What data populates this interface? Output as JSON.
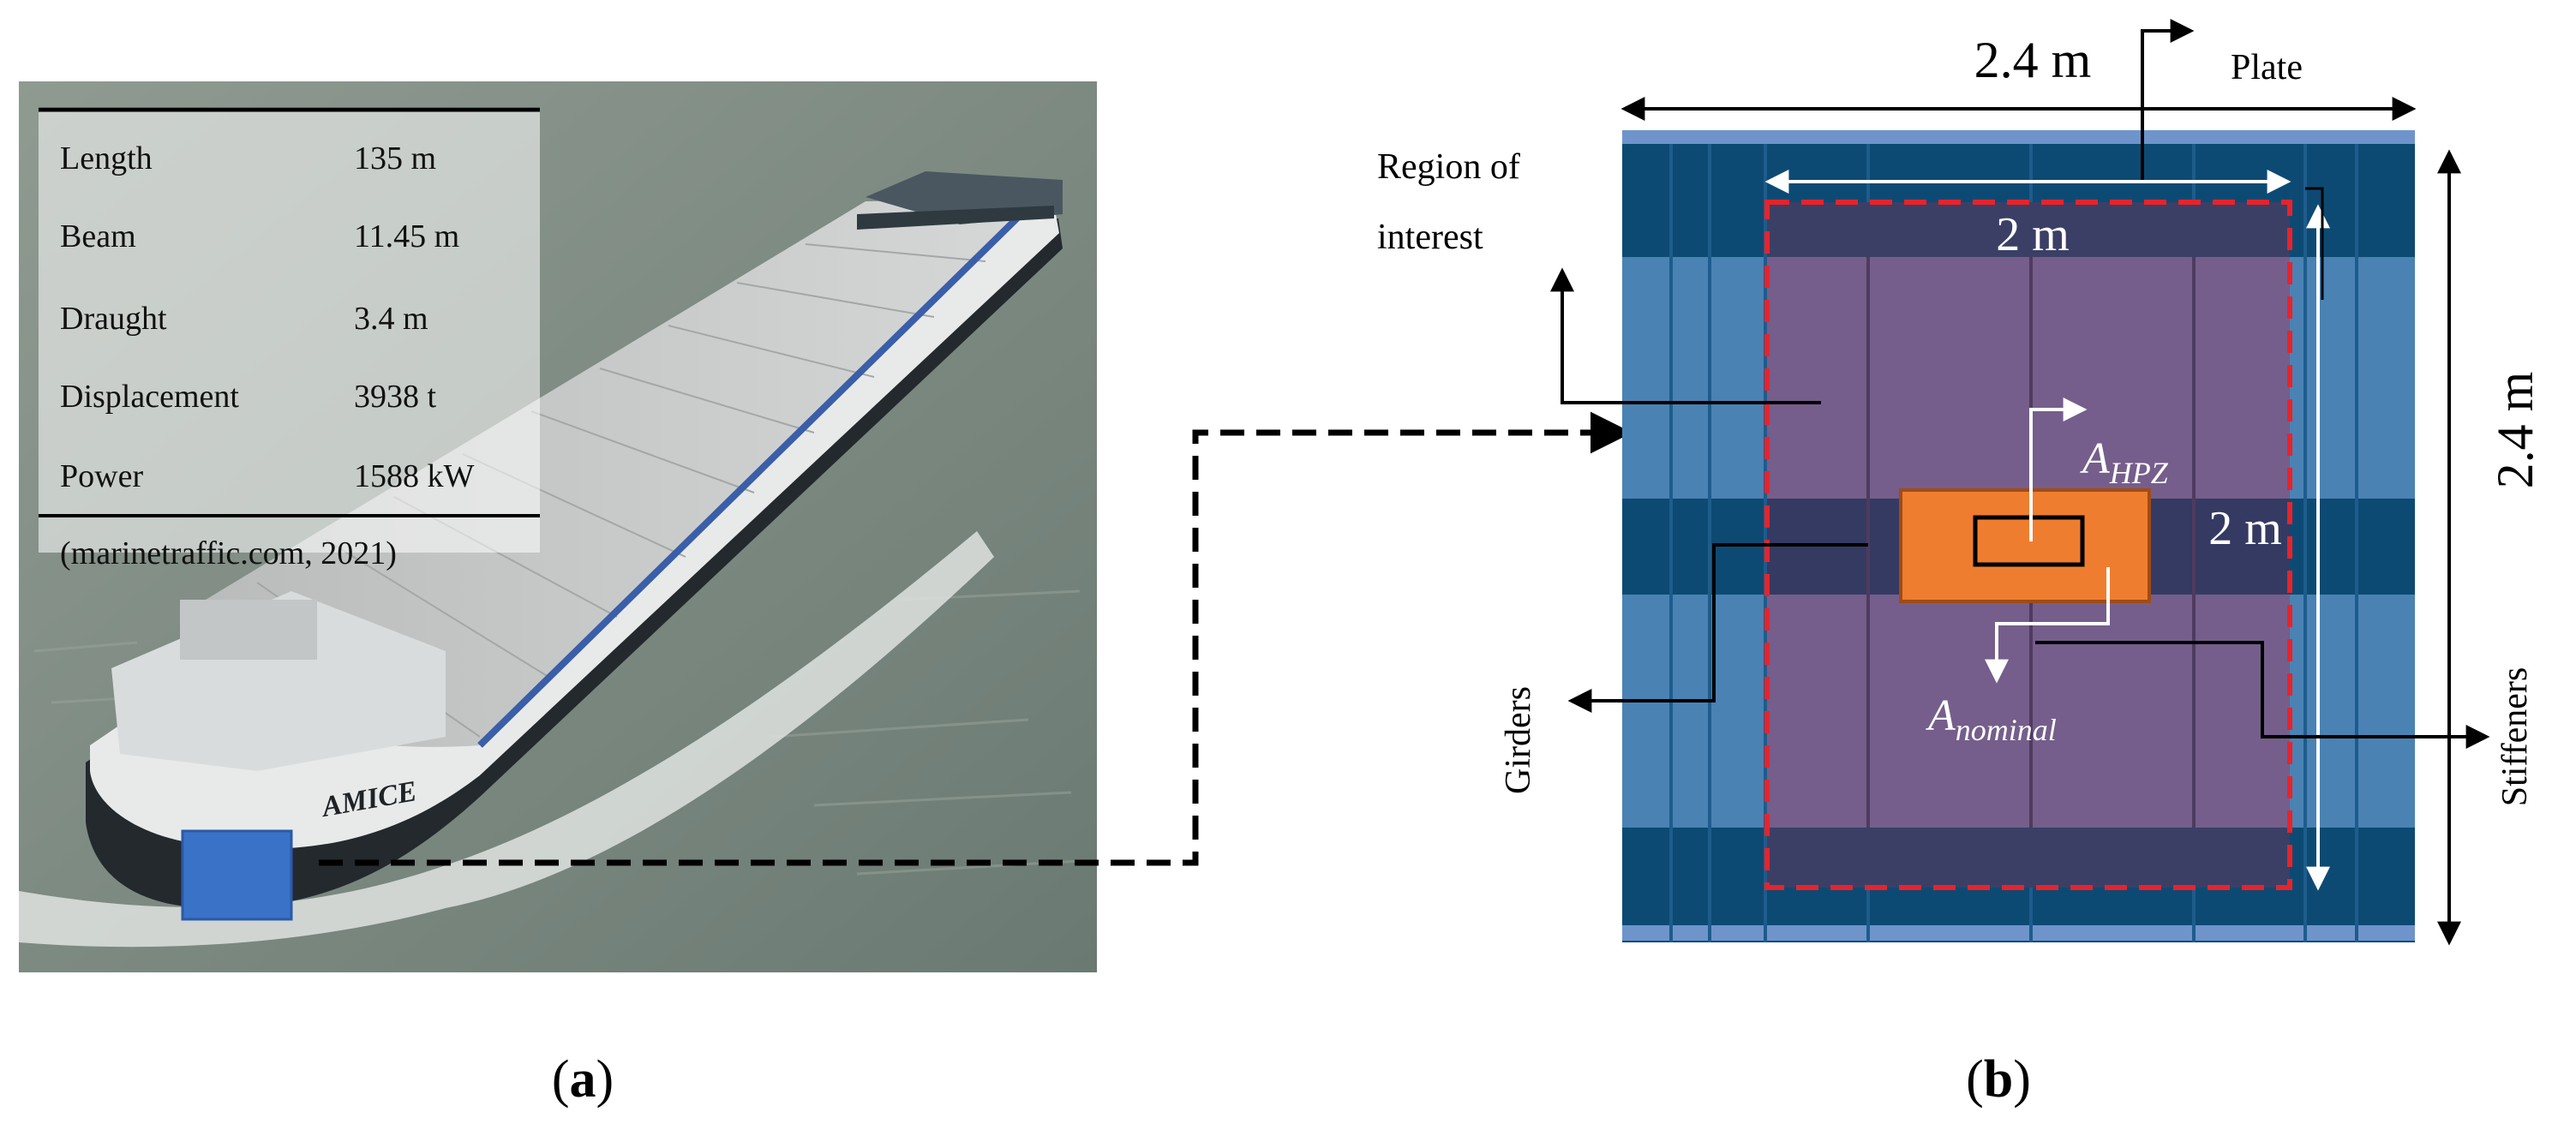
{
  "panel_a": {
    "specs": [
      {
        "label": "Length",
        "value": "135 m"
      },
      {
        "label": "Beam",
        "value": "11.45 m"
      },
      {
        "label": "Draught",
        "value": "3.4 m"
      },
      {
        "label": "Displacement",
        "value": "3938 t"
      },
      {
        "label": "Power",
        "value": "1588 kW"
      }
    ],
    "source": "(marinetraffic.com, 2021)",
    "ship_name": "AMICE",
    "caption_open": "(",
    "caption_letter": "a",
    "caption_close": ")"
  },
  "panel_b": {
    "width_label": "2.4 m",
    "height_label": "2.4 m",
    "plate_label": "Plate",
    "region_label_line1": "Region of",
    "region_label_line2": "interest",
    "roi_width_label": "2 m",
    "roi_height_label": "2 m",
    "girders_label": "Girders",
    "stiffeners_label": "Stiffeners",
    "a_hpz_base": "A",
    "a_hpz_sub": "HPZ",
    "a_nominal_base": "A",
    "a_nominal_sub": "nominal",
    "caption_open": "(",
    "caption_letter": "b",
    "caption_close": ")"
  },
  "colors": {
    "plate_dark": "#0d4a73",
    "stiffener_light": "#4a82b4",
    "roi_fill": "#7a5a86",
    "hpz_orange": "#ef7d2f",
    "roi_dash": "#e8232a",
    "highlight_square": "#3a72c8"
  }
}
